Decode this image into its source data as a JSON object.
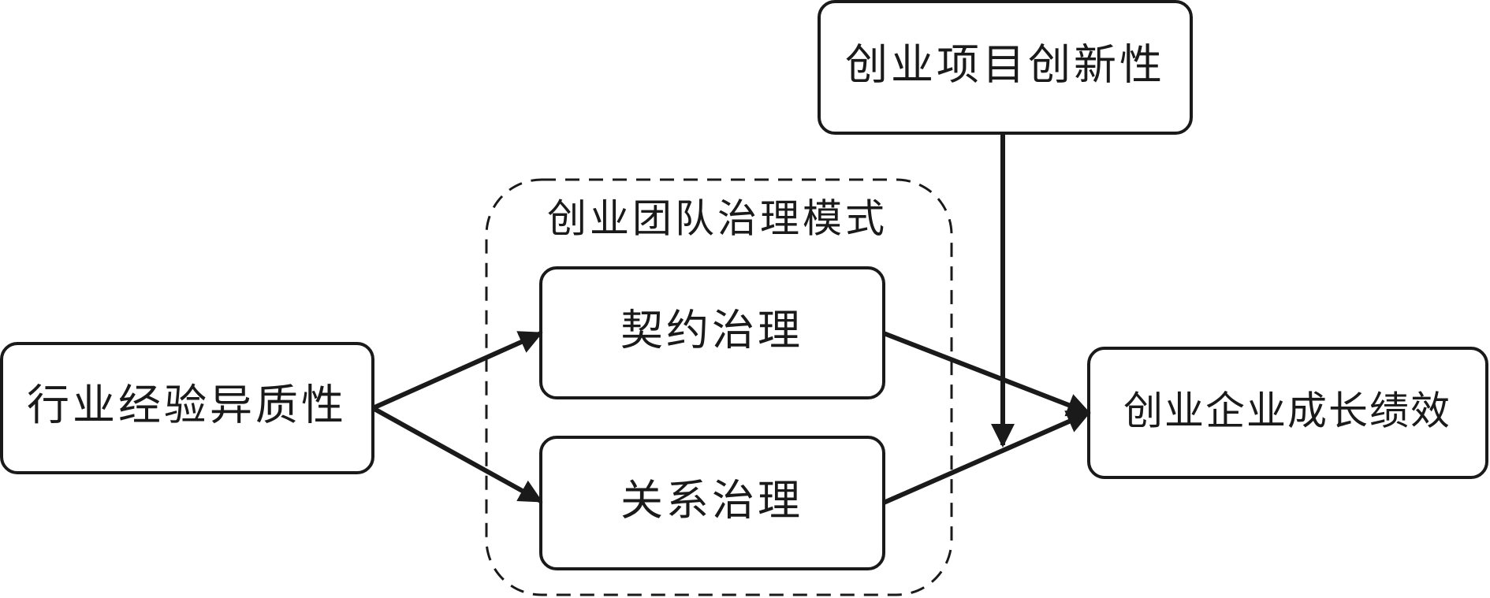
{
  "diagram": {
    "nodes": {
      "innovation": "创业项目创新性",
      "heterogeneity": "行业经验异质性",
      "contract": "契约治理",
      "relation": "关系治理",
      "performance": "创业企业成长绩效"
    },
    "group": {
      "label": "创业团队治理模式"
    },
    "colors": {
      "stroke": "#1a1a1a",
      "background": "#ffffff"
    }
  }
}
